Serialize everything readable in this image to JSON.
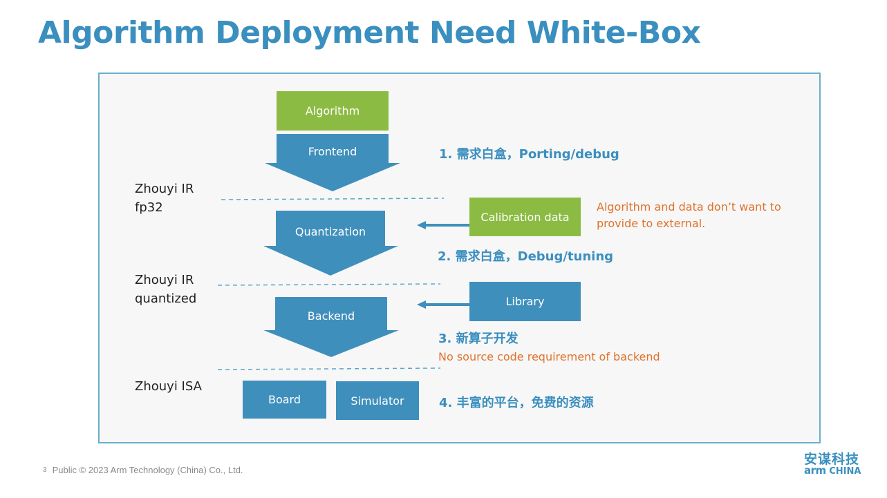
{
  "slide": {
    "title": "Algorithm Deployment Need White-Box",
    "page_number": "3",
    "footer_text": "Public © 2023 Arm Technology (China) Co., Ltd.",
    "logo_cn": "安谋科技",
    "logo_en_arm": "arm",
    "logo_en_china": "CHINA"
  },
  "colors": {
    "accent_blue": "#3f8fbc",
    "accent_green": "#8cbb44",
    "note_orange": "#e0722a",
    "title_blue": "#3a8fbf"
  },
  "diagram": {
    "algorithm_box": "Algorithm",
    "stages": [
      {
        "label": "Frontend"
      },
      {
        "label": "Quantization"
      },
      {
        "label": "Backend"
      }
    ],
    "layers": [
      {
        "line1": "Zhouyi IR",
        "line2": "fp32"
      },
      {
        "line1": "Zhouyi IR",
        "line2": "quantized"
      },
      {
        "line1": "Zhouyi ISA",
        "line2": ""
      }
    ],
    "inputs": {
      "calibration": "Calibration data",
      "library": "Library"
    },
    "targets": {
      "board": "Board",
      "simulator": "Simulator"
    },
    "steps": [
      "1. 需求白盒，Porting/debug",
      "2. 需求白盒，Debug/tuning",
      "3. 新算子开发",
      "4. 丰富的平台，免费的资源"
    ],
    "notes": {
      "calibration_note_line1": "Algorithm and data don’t want to",
      "calibration_note_line2": "provide to external.",
      "backend_note": "No source code requirement of backend"
    }
  }
}
